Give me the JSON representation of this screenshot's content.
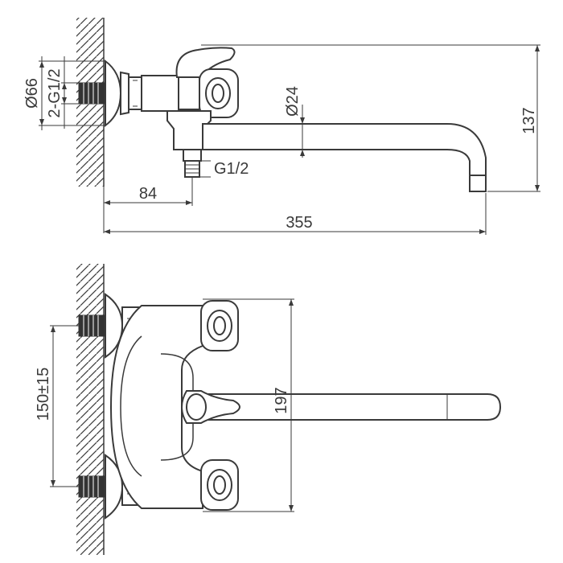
{
  "drawing": {
    "colors": {
      "line": "#3a3a3a",
      "background": "#ffffff",
      "fill": "#333333"
    },
    "top_view": {
      "dim_mount_diameter": "Ø66",
      "dim_inlet_thread": "2-G1/2",
      "dim_spout_diameter": "Ø24",
      "dim_height": "137",
      "dim_outlet_thread": "G1/2",
      "dim_depth": "84",
      "dim_spout_length": "355"
    },
    "front_view": {
      "dim_center_distance": "150±15",
      "dim_total_height": "197"
    }
  }
}
